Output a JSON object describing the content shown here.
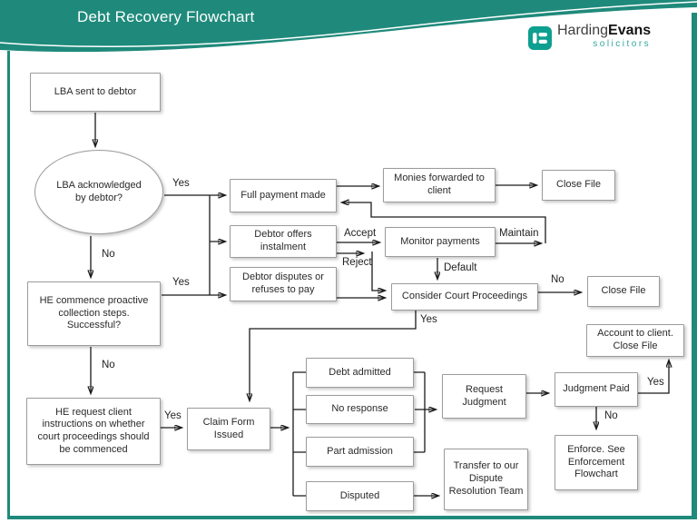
{
  "header": {
    "title": "Debt Recovery Flowchart",
    "logo": {
      "name_regular": "Harding",
      "name_bold": "Evans",
      "tagline": "solicitors"
    }
  },
  "colors": {
    "header_teal": "#1f8a7b",
    "logo_teal": "#0e9f90",
    "tagline_teal": "#2aa79a",
    "line": "#1a1a1a",
    "box_border": "#9b9b9b"
  },
  "nodes": {
    "lba_sent": "LBA sent to debtor",
    "lba_ack": "LBA acknowledged by debtor?",
    "he_commence": "HE commence proactive collection steps.  Successful?",
    "he_request": "HE request client instructions on whether court proceedings should be commenced",
    "full_payment": "Full payment made",
    "debtor_offers": "Debtor offers instalment",
    "debtor_disputes": "Debtor disputes or refuses to pay",
    "monies_forwarded": "Monies forwarded to client",
    "close_file_1": "Close File",
    "monitor_payments": "Monitor payments",
    "consider_court": "Consider Court Proceedings",
    "close_file_2": "Close File",
    "account_client": "Account to client. Close File",
    "claim_form": "Claim Form Issued",
    "debt_admitted": "Debt admitted",
    "no_response": "No response",
    "part_admission": "Part admission",
    "disputed": "Disputed",
    "request_judgment": "Request Judgment",
    "judgment_paid": "Judgment Paid",
    "enforce": "Enforce.  See Enforcement Flowchart",
    "transfer_dispute": "Transfer to our Dispute Resolution Team"
  },
  "edge_labels": {
    "ack_yes": "Yes",
    "ack_no": "No",
    "commence_yes": "Yes",
    "commence_no": "No",
    "request_yes": "Yes",
    "accept": "Accept",
    "reject": "Reject",
    "maintain": "Maintain",
    "default": "Default",
    "court_no": "No",
    "court_yes": "Yes",
    "paid_yes": "Yes",
    "paid_no": "No"
  }
}
